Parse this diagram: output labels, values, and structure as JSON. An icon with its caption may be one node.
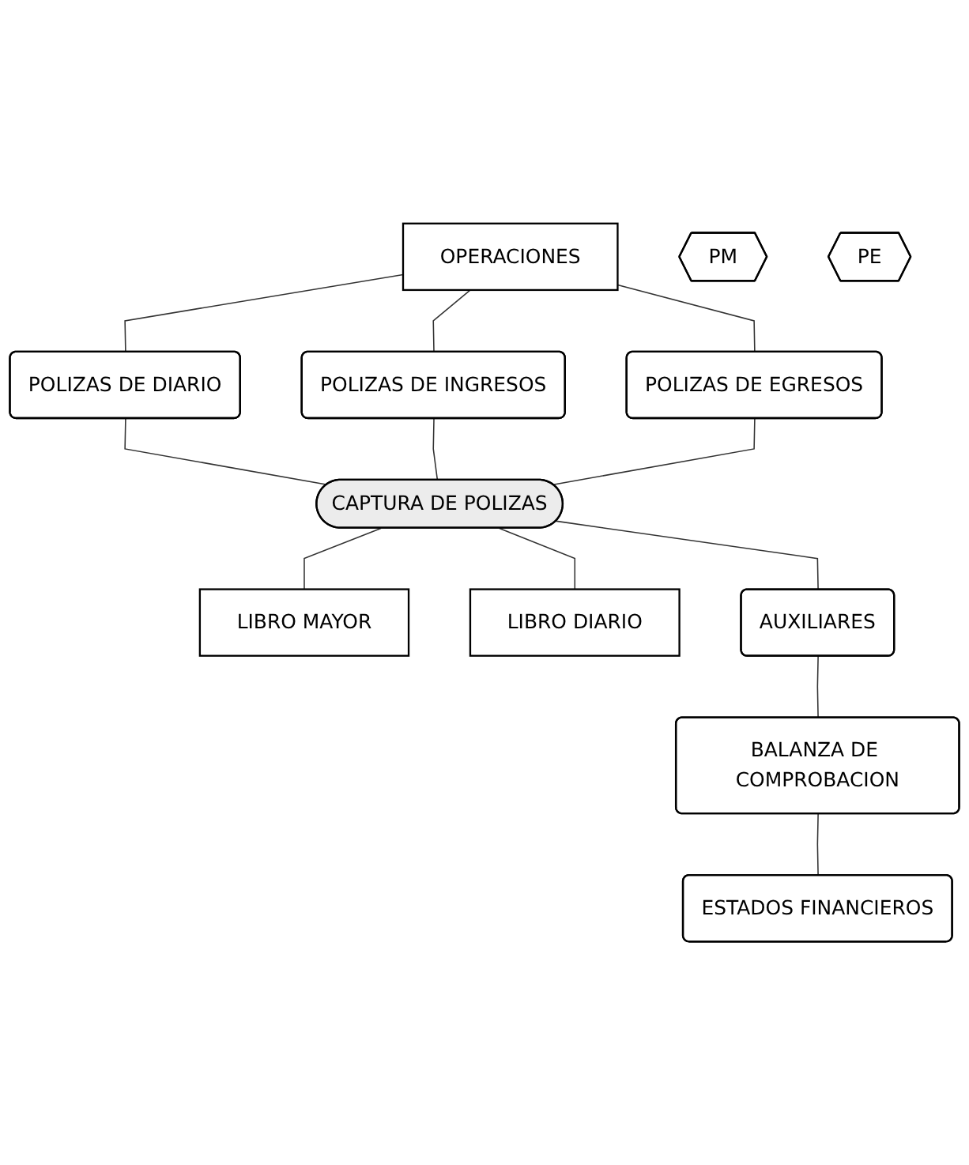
{
  "diagram": {
    "nodes": [
      {
        "text": [
          "OPERACIONES"
        ]
      },
      {
        "text": [
          "PM"
        ]
      },
      {
        "text": [
          "POLIZAS DE DIARIO"
        ]
      },
      {
        "text": [
          "POLIZAS DE INGRESOS"
        ]
      },
      {
        "text": [
          "POLIZAS DE EGRESOS"
        ]
      },
      {
        "text": [
          "PE"
        ]
      },
      {
        "text": [
          "CAPTURA DE POLIZAS"
        ]
      },
      {
        "text": [
          "LIBRO MAYOR"
        ]
      },
      {
        "text": [
          "LIBRO DIARIO"
        ]
      },
      {
        "text": [
          "AUXILIARES"
        ]
      },
      {
        "text": [
          "BALANZA DE COMPROBACION"
        ]
      },
      {
        "text": [
          "ESTADOS FINANCIEROS"
        ]
      }
    ],
    "edges": [
      {
        "from": 0,
        "to": 2,
        "arrow": "none"
      },
      {
        "from": 0,
        "to": 3,
        "arrow": "none"
      },
      {
        "from": 0,
        "to": 4,
        "arrow": "none"
      },
      {
        "from": 2,
        "to": 6,
        "arrow": "none"
      },
      {
        "from": 3,
        "to": 6,
        "arrow": "none"
      },
      {
        "from": 4,
        "to": 6,
        "arrow": "none"
      },
      {
        "from": 6,
        "to": 7,
        "arrow": "none"
      },
      {
        "from": 6,
        "to": 8,
        "arrow": "none"
      },
      {
        "from": 6,
        "to": 9,
        "arrow": "none"
      },
      {
        "from": 9,
        "to": 10,
        "arrow": "none"
      },
      {
        "from": 10,
        "to": 11,
        "arrow": "none"
      }
    ]
  }
}
